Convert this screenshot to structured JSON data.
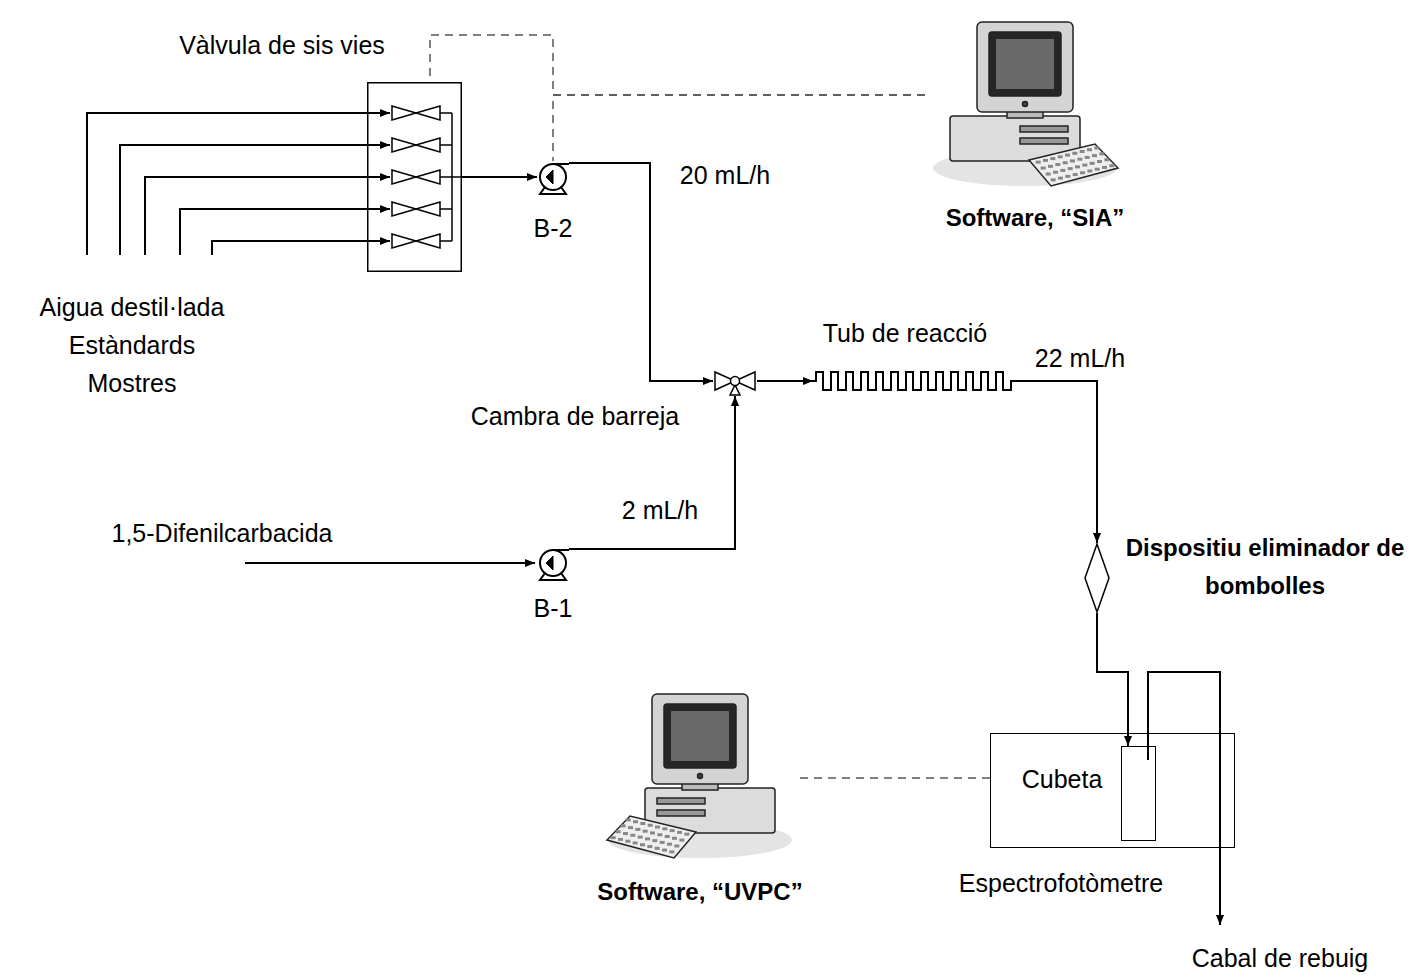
{
  "diagram": {
    "nodes": [
      {
        "text": [
          "Vàlvula de sis vies"
        ]
      },
      {
        "text": [
          "Software, “SIA”"
        ]
      },
      {
        "text": [
          "B-2"
        ]
      },
      {
        "text": [
          "Cambra de barreja"
        ]
      },
      {
        "text": [
          "Tub de reacció"
        ]
      },
      {
        "text": [
          "B-1"
        ]
      },
      {
        "text": [
          "Dispositiu eliminador de bombolles"
        ]
      },
      {
        "text": [
          "Software, “UVPC”"
        ]
      },
      {
        "text": [
          "Espectrofotòmetre"
        ]
      },
      {
        "text": [
          "Cubeta"
        ],
        "in": 8
      }
    ],
    "edges": [
      {
        "from": 0,
        "to": 2,
        "arrow": "to"
      },
      {
        "from": 2,
        "to": 3,
        "label": "20 mL/h",
        "arrow": "to"
      },
      {
        "from": 5,
        "to": 3,
        "label": "2 mL/h",
        "arrow": "to"
      },
      {
        "from": 3,
        "to": 4,
        "arrow": "to"
      },
      {
        "from": 4,
        "to": 6,
        "label": "22 mL/h",
        "arrow": "to"
      },
      {
        "from": 6,
        "to": 9,
        "arrow": "to"
      },
      {
        "from": 1,
        "to": 0,
        "arrow": "none"
      },
      {
        "from": 1,
        "to": 2,
        "arrow": "none"
      },
      {
        "from": 7,
        "to": 8,
        "arrow": "none"
      }
    ],
    "labels": [
      "Aigua destil·lada",
      "Estàndards",
      "Mostres",
      "1,5-Difenilcarbacida",
      "Cabal de rebuig"
    ]
  }
}
